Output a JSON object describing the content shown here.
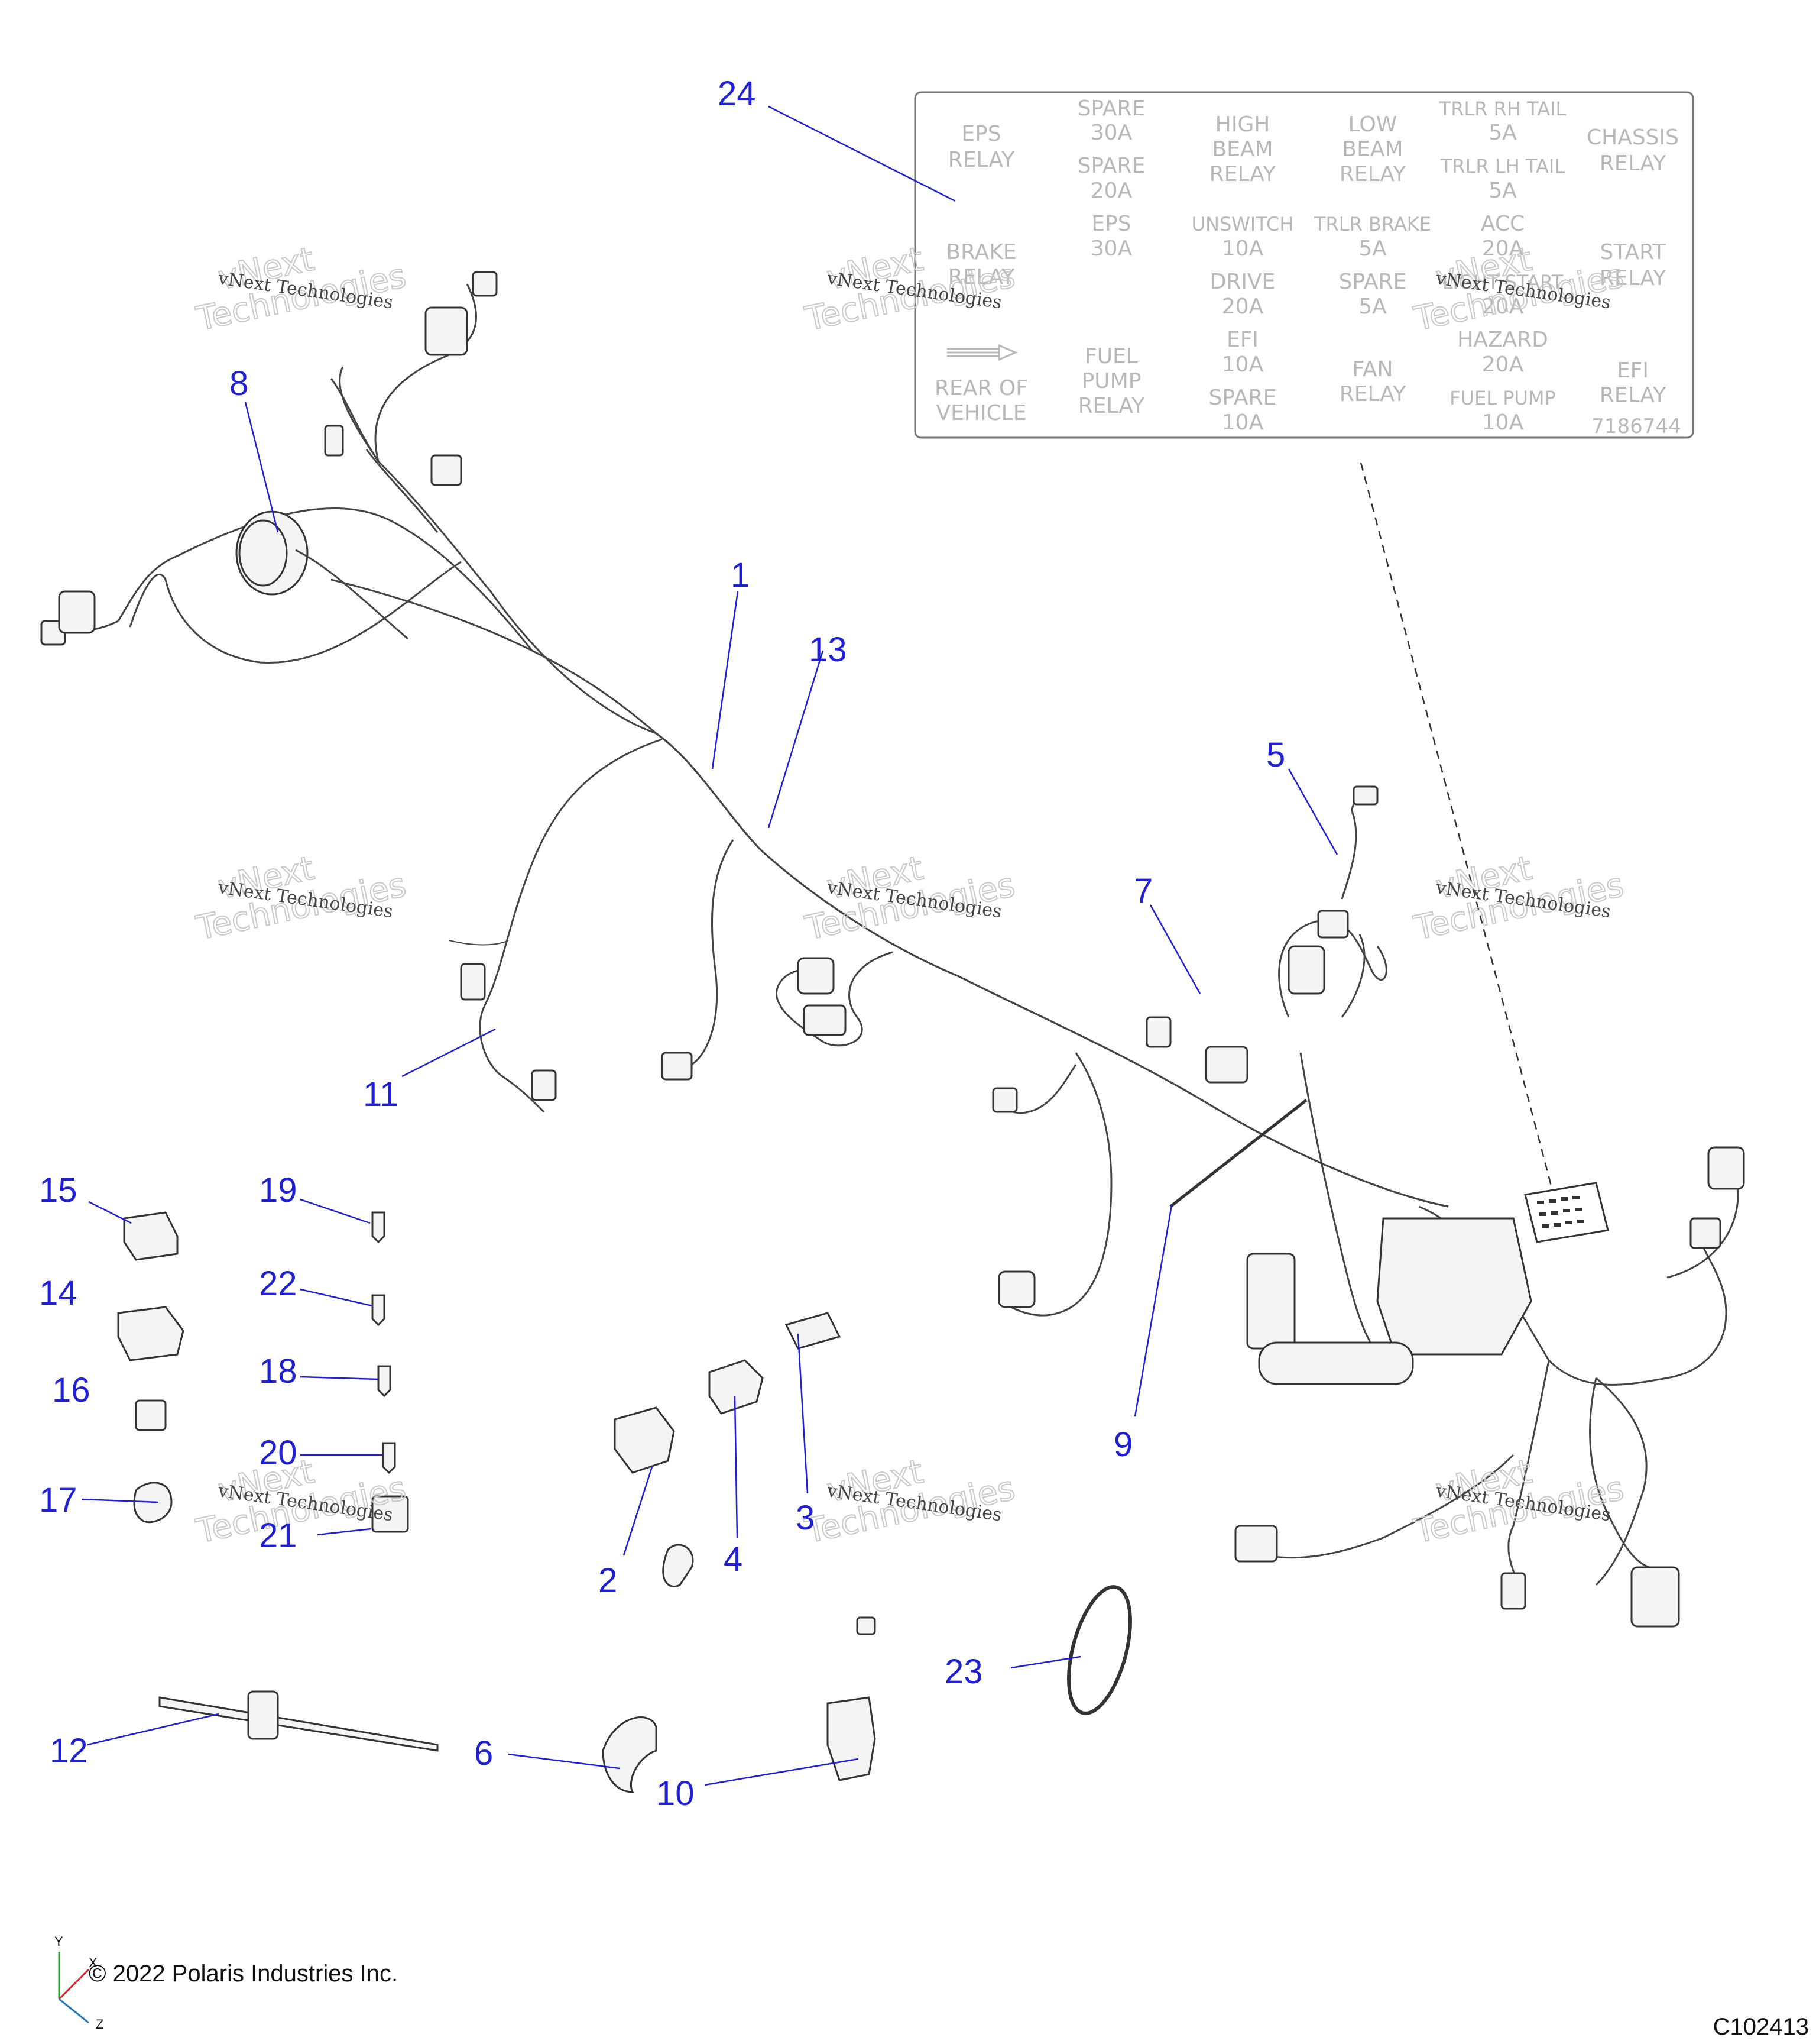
{
  "callouts": [
    "24",
    "8",
    "1",
    "13",
    "5",
    "7",
    "11",
    "15",
    "19",
    "14",
    "22",
    "16",
    "18",
    "20",
    "17",
    "21",
    "2",
    "4",
    "3",
    "9",
    "23",
    "12",
    "6",
    "10"
  ],
  "fuse_label": {
    "cells": [
      "EPS",
      "RELAY",
      "SPARE",
      "30A",
      "SPARE",
      "20A",
      "EPS",
      "30A",
      "HIGH",
      "BEAM",
      "RELAY",
      "LOW",
      "BEAM",
      "RELAY",
      "TRLR RH TAIL",
      "5A",
      "TRLR LH TAIL",
      "5A",
      "CHASSIS",
      "RELAY",
      "BRAKE",
      "RELAY",
      "UNSWITCH",
      "10A",
      "TRLR BRAKE",
      "5A",
      "ACC",
      "20A",
      "START",
      "RELAY",
      "DRIVE",
      "20A",
      "SPARE",
      "5A",
      "LIGHT START",
      "20A",
      "REAR OF",
      "VEHICLE",
      "FUEL",
      "PUMP",
      "RELAY",
      "EFI",
      "10A",
      "SPARE",
      "10A",
      "FAN",
      "RELAY",
      "HAZARD",
      "20A",
      "FUEL PUMP",
      "10A",
      "EFI",
      "RELAY",
      "7186744"
    ]
  },
  "watermark": {
    "line1": "vNext Technologies",
    "line2": "vNext",
    "line3": "Technologies"
  },
  "footer": {
    "copyright": "© 2022 Polaris Industries Inc.",
    "figure_id": "C102413"
  },
  "axes": {
    "y": "Y",
    "x": "X",
    "z": "Z"
  },
  "colors": {
    "callout": "#1f1fd6",
    "line_art": "#333333",
    "label_text": "#b8b8b8"
  }
}
